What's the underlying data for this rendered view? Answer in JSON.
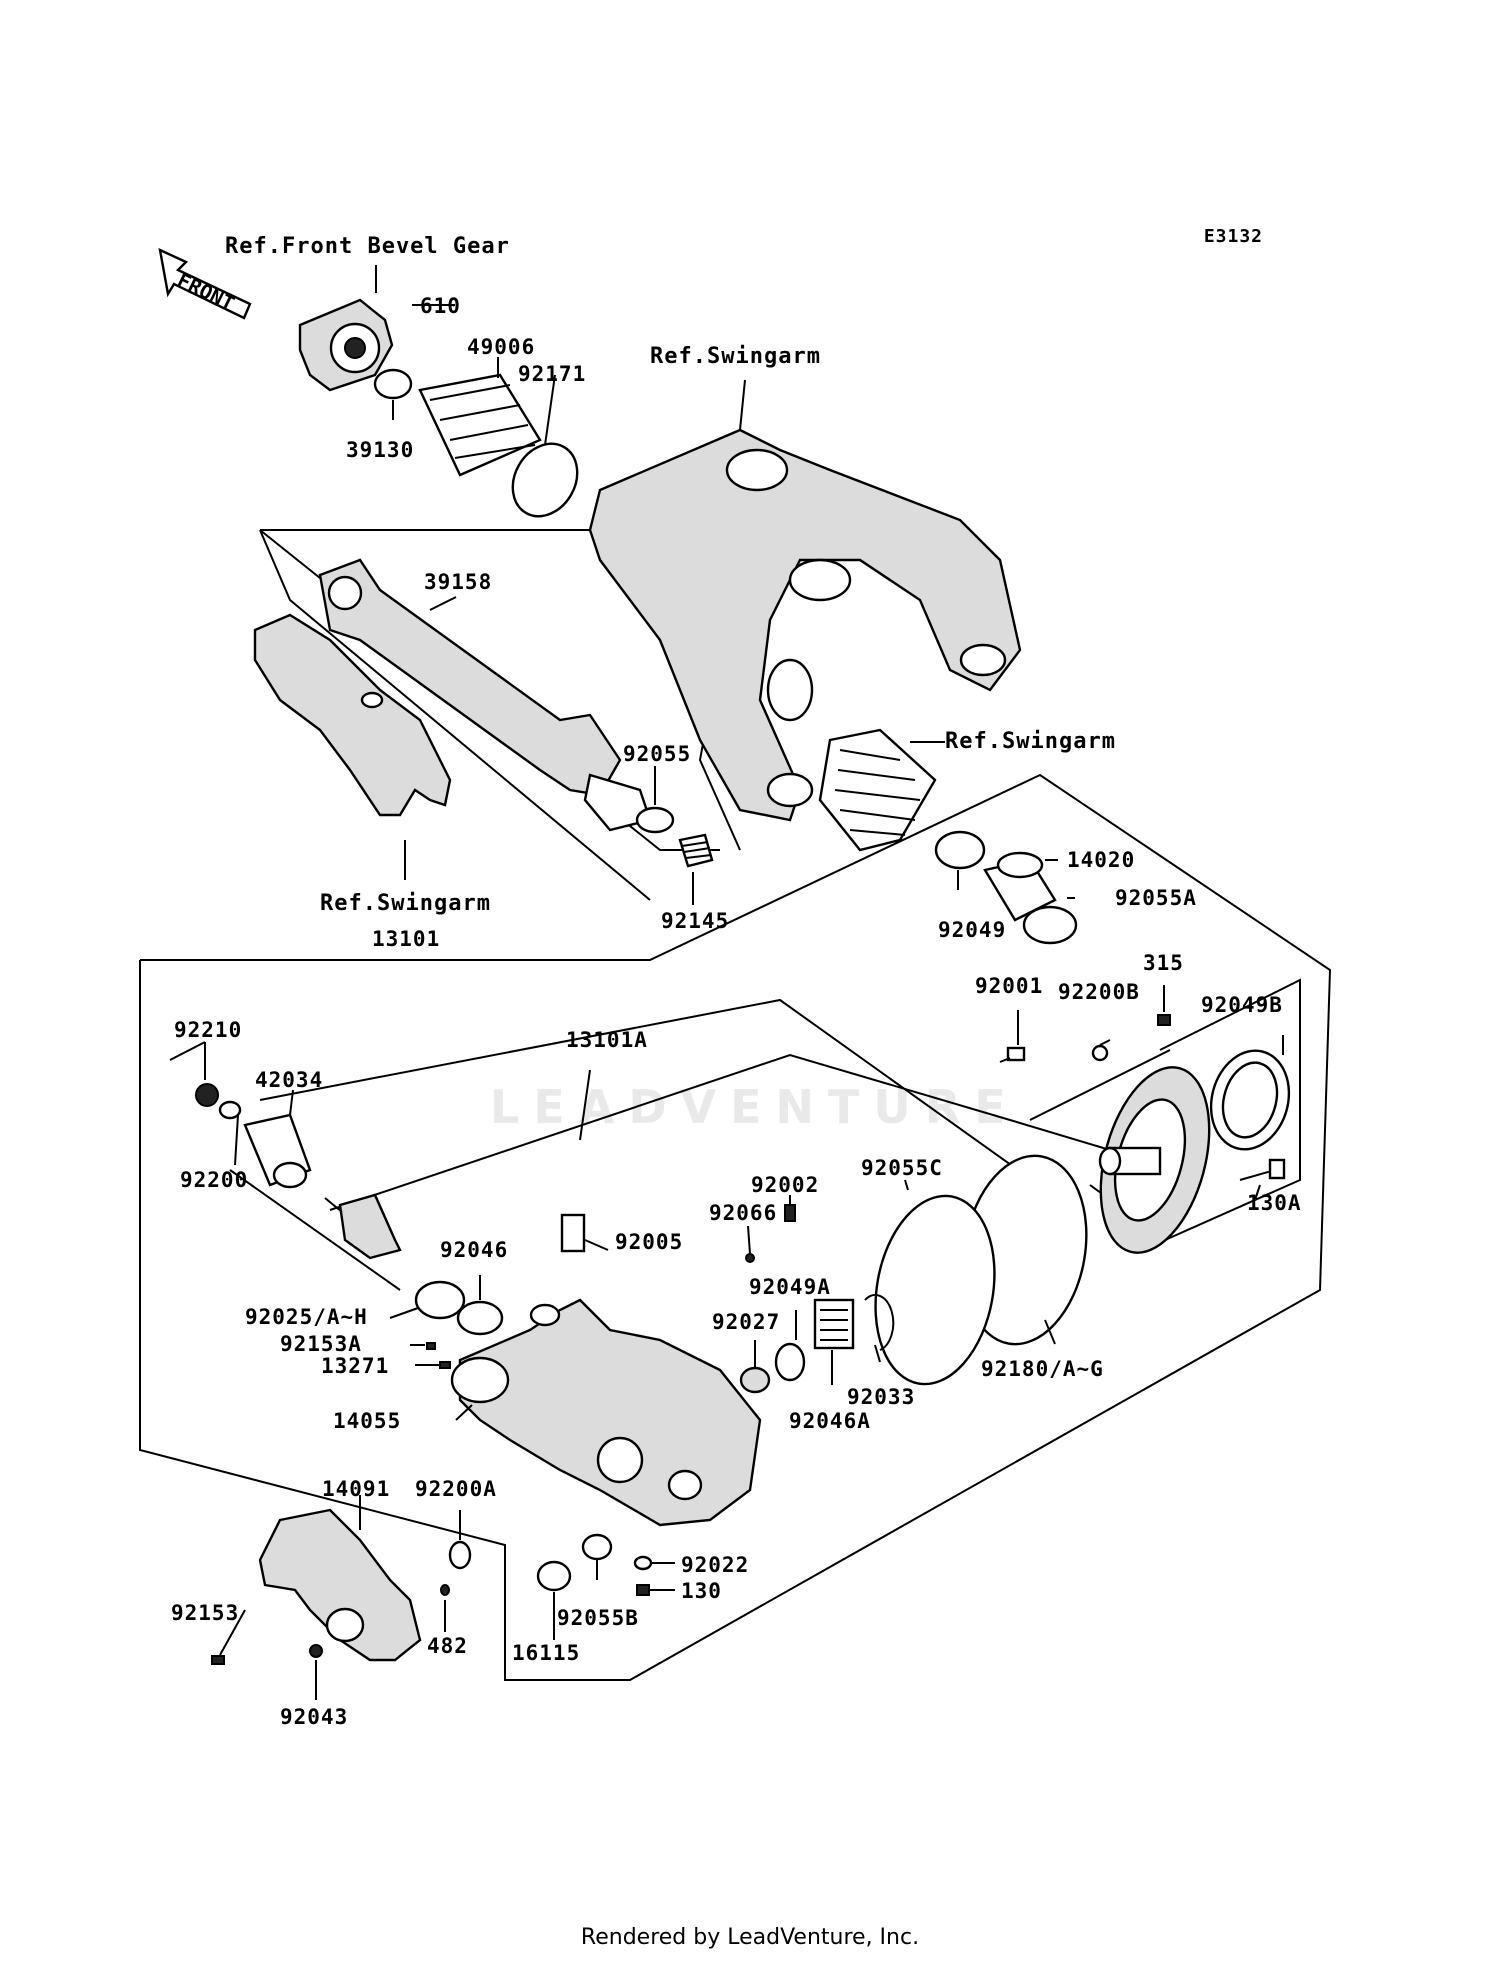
{
  "diagram_code": "E3132",
  "footer": "Rendered by LeadVenture, Inc.",
  "watermark": "LEADVENTURE",
  "front_arrow": "FRONT",
  "references": {
    "front_bevel_gear": "Ref.Front Bevel Gear",
    "swingarm_top": "Ref.Swingarm",
    "swingarm_mid": "Ref.Swingarm",
    "swingarm_left": "Ref.Swingarm"
  },
  "parts": {
    "p610": "610",
    "p49006": "49006",
    "p92171": "92171",
    "p39130": "39130",
    "p39158": "39158",
    "p92055": "92055",
    "p92145": "92145",
    "p13101": "13101",
    "p14020": "14020",
    "p92055A": "92055A",
    "p92049": "92049",
    "p315": "315",
    "p92001": "92001",
    "p92200B": "92200B",
    "p92049B": "92049B",
    "p92210": "92210",
    "p42034": "42034",
    "p13101A": "13101A",
    "p92200": "92200",
    "p92055C": "92055C",
    "p92002": "92002",
    "p92066": "92066",
    "p92005": "92005",
    "p130A": "130A",
    "p92046": "92046",
    "p92049A": "92049A",
    "p92025": "92025/A~H",
    "p92027": "92027",
    "p92153A": "92153A",
    "p13271": "13271",
    "p92033": "92033",
    "p92180": "92180/A~G",
    "p92046A": "92046A",
    "p14055": "14055",
    "p14091": "14091",
    "p92200A": "92200A",
    "p92022": "92022",
    "p130": "130",
    "p92153": "92153",
    "p92055B": "92055B",
    "p482": "482",
    "p16115": "16115",
    "p92043": "92043"
  }
}
